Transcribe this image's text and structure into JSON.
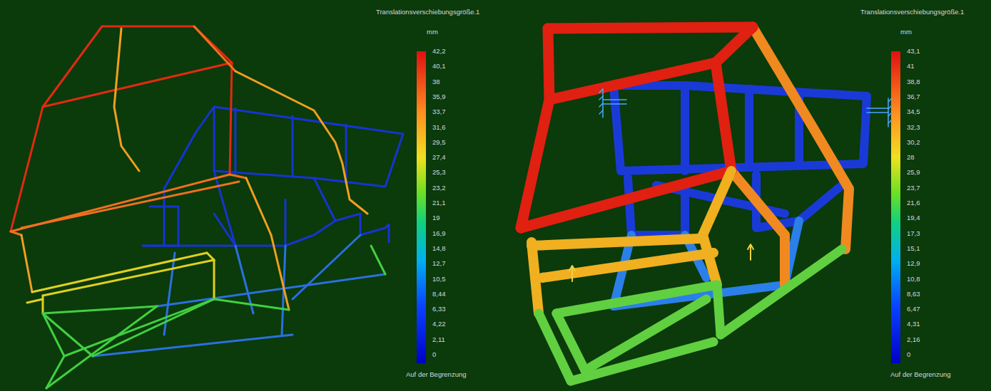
{
  "diagram": {
    "labels": [
      "Translationsverschiebungsgröße.1",
      "mm",
      "42,2",
      "40,1",
      "38",
      "35,9",
      "33,7",
      "31,6",
      "29,5",
      "27,4",
      "25,3",
      "23,2",
      "21,1",
      "19",
      "16,9",
      "14,8",
      "12,7",
      "10,5",
      "8,44",
      "6,33",
      "4,22",
      "2,11",
      "0",
      "Auf der Begrenzung",
      "Translationsverschiebungsgröße.1",
      "mm",
      "43,1",
      "41",
      "38,8",
      "36,7",
      "34,5",
      "32,3",
      "30,2",
      "28",
      "25,9",
      "23,7",
      "21,6",
      "19,4",
      "17,3",
      "15,1",
      "12,9",
      "10,8",
      "8,63",
      "6,47",
      "4,31",
      "2,16",
      "0",
      "Auf der Begrenzung"
    ]
  }
}
